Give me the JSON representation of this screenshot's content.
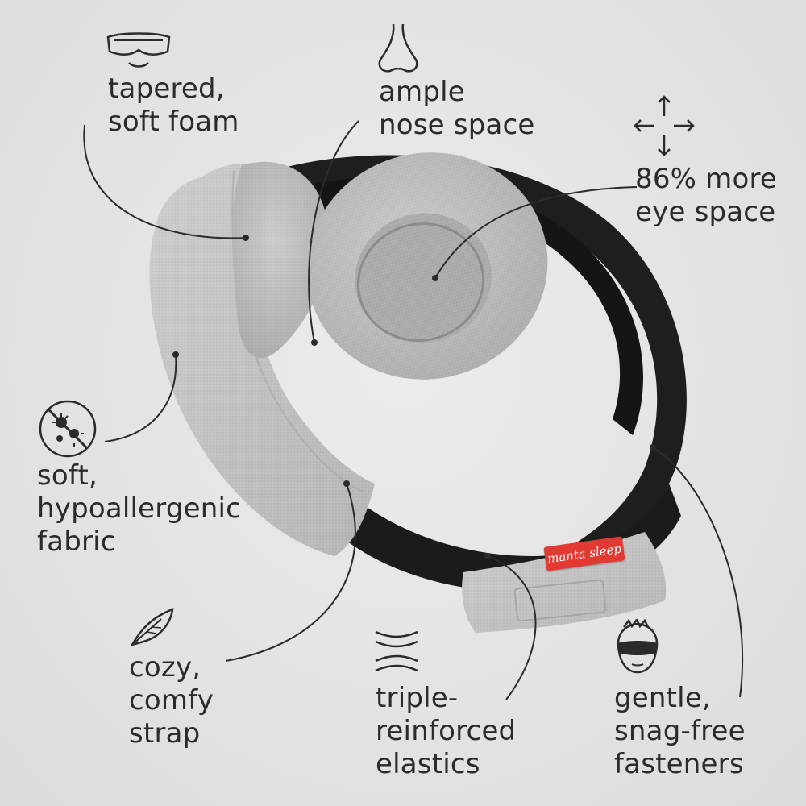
{
  "brand": "manta sleep",
  "colors": {
    "background": "#e4e4e4",
    "text": "#2b2b2b",
    "tag": "#e23a33",
    "foam": "#c6c6c6",
    "strap": "#1e1e1e"
  },
  "features": {
    "foam": {
      "line1": "tapered,",
      "line2": "soft foam",
      "icon": "goggles-mask-icon"
    },
    "nose": {
      "line1": "ample",
      "line2": "nose space",
      "icon": "nose-icon"
    },
    "eye_space": {
      "line1": "86% more",
      "line2": "eye space",
      "icon": "four-arrows-expand-icon"
    },
    "fabric": {
      "line1": "soft,",
      "line2": "hypoallergenic",
      "line3": "fabric",
      "icon": "no-allergen-icon"
    },
    "strap": {
      "line1": "cozy,",
      "line2": "comfy",
      "line3": "strap",
      "icon": "feather-icon"
    },
    "elastics": {
      "line1": "triple-",
      "line2": "reinforced",
      "line3": "elastics",
      "icon": "stretch-lines-icon"
    },
    "fasteners": {
      "line1": "gentle,",
      "line2": "snag-free",
      "line3": "fasteners",
      "icon": "head-with-mask-icon"
    }
  }
}
